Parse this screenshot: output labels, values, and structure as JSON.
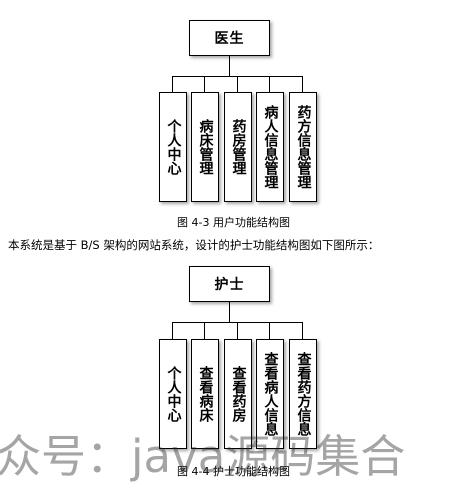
{
  "diagram1": {
    "root": "医生",
    "children": [
      "个人中心",
      "病床管理",
      "药房管理",
      "病人信息管理",
      "药方信息管理"
    ],
    "caption": "图 4-3 用户功能结构图"
  },
  "paragraph": "本系统是基于 B/S 架构的网站系统，设计的护士功能结构图如下图所示：",
  "diagram2": {
    "root": "护士",
    "children": [
      "个人中心",
      "查看病床",
      "查看药房",
      "查看病人信息",
      "查看药方信息"
    ],
    "caption": "图 4-4 护士功能结构图"
  },
  "watermark": "众号：java源码集合"
}
